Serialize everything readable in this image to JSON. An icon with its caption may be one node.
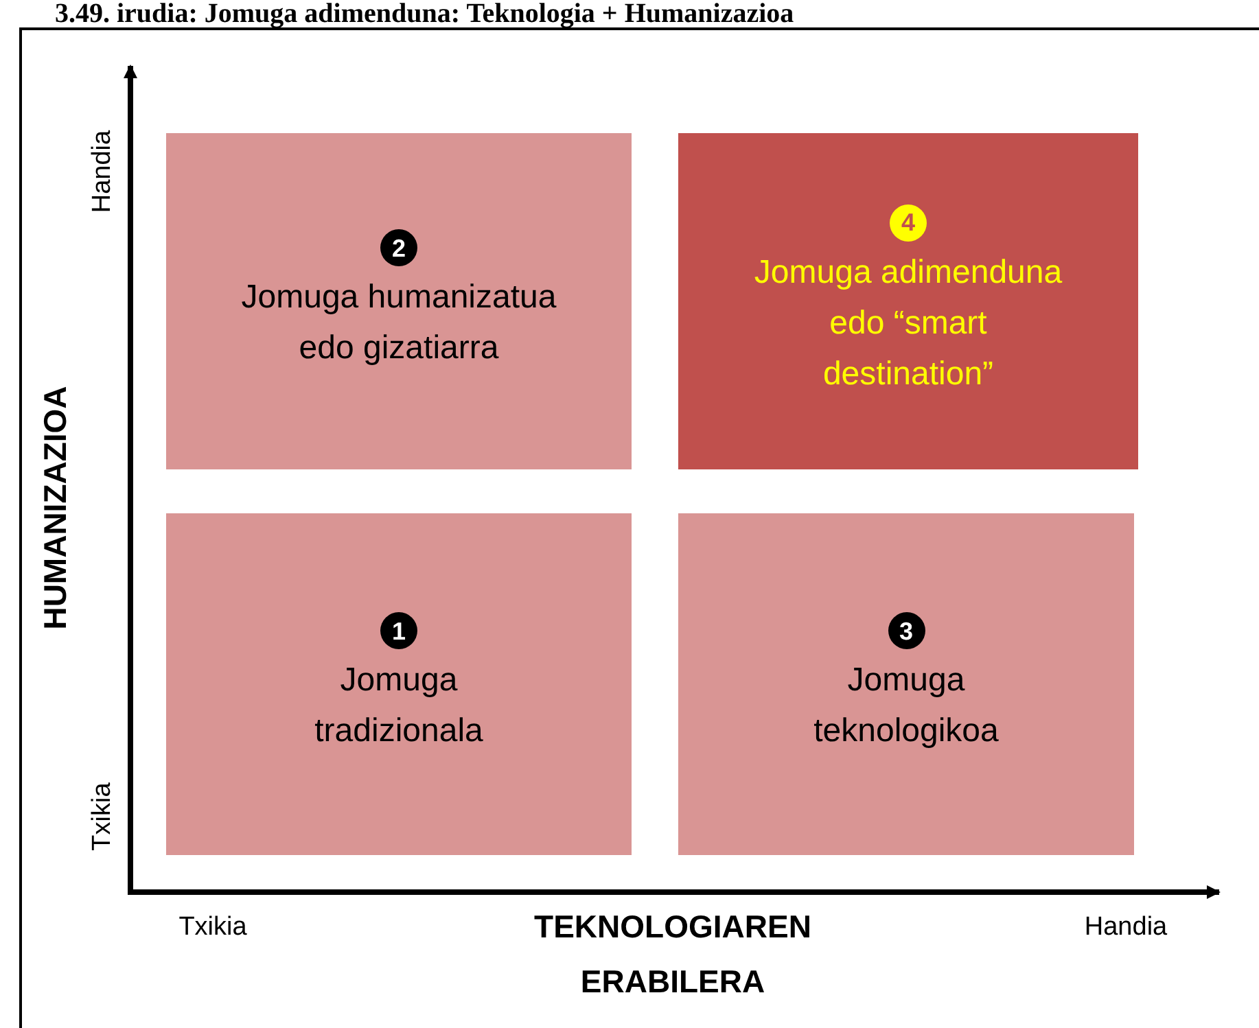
{
  "diagram": {
    "title": "3.49. irudia: Jomuga adimenduna: Teknologia + Humanizazioa",
    "nodes": [
      {
        "text": [
          "2",
          "Jomuga humanizatua edo gizatiarra"
        ]
      },
      {
        "text": [
          "4",
          "Jomuga adimenduna edo “smart destination”"
        ]
      },
      {
        "text": [
          "1",
          "Jomuga tradizionala"
        ]
      },
      {
        "text": [
          "3",
          "Jomuga teknologikoa"
        ]
      }
    ],
    "labels": [
      "Handia",
      "HUMANIZAZIOA",
      "Txikia",
      "Txikia",
      "TEKNOLOGIAREN ERABILERA",
      "Handia"
    ]
  }
}
